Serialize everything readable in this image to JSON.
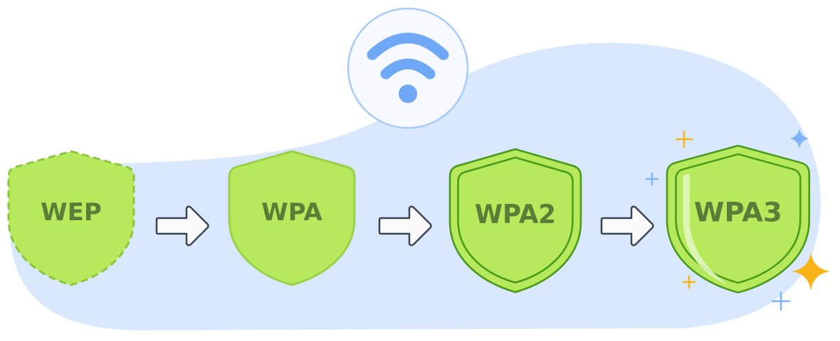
{
  "stages": [
    {
      "label": "WEP",
      "style": "dashed"
    },
    {
      "label": "WPA",
      "style": "plain"
    },
    {
      "label": "WPA2",
      "style": "double"
    },
    {
      "label": "WPA3",
      "style": "double-shine"
    }
  ],
  "icons": {
    "center": "wifi-icon",
    "arrows": "arrow-right-icon",
    "sparkles": "sparkle-icon"
  },
  "colors": {
    "background_blob": "#d9e8fd",
    "shield_fill": "#b6ea5c",
    "shield_stroke_light": "#8cc63f",
    "shield_stroke_dark": "#4b9a1c",
    "label_text": "#5a7d37",
    "wifi": "#6ea8f7",
    "sparkle_gold": "#f8b416",
    "sparkle_blue": "#7fb2f7"
  }
}
